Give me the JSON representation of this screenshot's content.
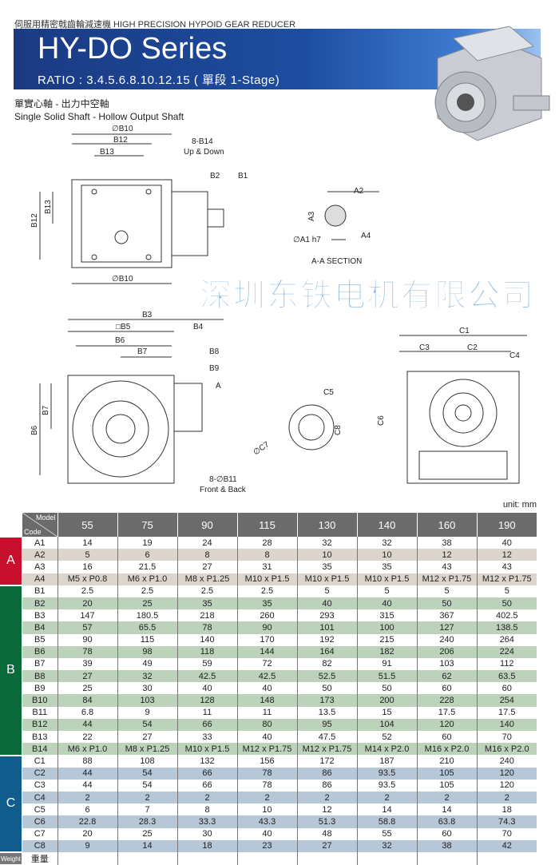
{
  "header": {
    "subtitle": "伺服用精密戟齒輪減速機  HIGH PRECISION HYPOID GEAR REDUCER",
    "title": "HY-DO Series",
    "ratio": "RATIO : 3.4.5.6.8.10.12.15 ( 單段 1-Stage)"
  },
  "shaft": {
    "zh": "單實心軸 - 出力中空軸",
    "en": "Single Solid Shaft - Hollow Output Shaft"
  },
  "drawing_labels": {
    "top": [
      "∅B10",
      "B12",
      "B13",
      "8-B14",
      "Up & Down",
      "B2",
      "B1",
      "B12",
      "B13",
      "∅B10"
    ],
    "section": [
      "A2",
      "A3",
      "A4",
      "∅A1 h7",
      "A-A SECTION"
    ],
    "front": [
      "B3",
      "□B5",
      "B4",
      "B6",
      "B7",
      "B8",
      "B9",
      "A",
      "B7",
      "B6",
      "8-∅B11",
      "Front & Back"
    ],
    "middle": [
      "C5",
      "∅C7",
      "C8"
    ],
    "side": [
      "C1",
      "C3",
      "C2",
      "C4",
      "C6"
    ]
  },
  "watermark": "深圳东铁电机有限公司",
  "unit": "unit: mm",
  "table": {
    "corner_model": "Model",
    "corner_code": "Code",
    "models": [
      "55",
      "75",
      "90",
      "115",
      "130",
      "140",
      "160",
      "190"
    ],
    "groups": [
      {
        "name": "A",
        "color": "#c8102e",
        "alt": "#dcd5cb",
        "rows": [
          [
            "A1",
            "14",
            "19",
            "24",
            "28",
            "32",
            "32",
            "38",
            "40"
          ],
          [
            "A2",
            "5",
            "6",
            "8",
            "8",
            "10",
            "10",
            "12",
            "12"
          ],
          [
            "A3",
            "16",
            "21.5",
            "27",
            "31",
            "35",
            "35",
            "43",
            "43"
          ],
          [
            "A4",
            "M5 x P0.8",
            "M6 x P1.0",
            "M8 x P1.25",
            "M10 x P1.5",
            "M10 x P1.5",
            "M10 x P1.5",
            "M12 x P1.75",
            "M12 x P1.75"
          ]
        ]
      },
      {
        "name": "B",
        "color": "#0a6a3c",
        "alt": "#bdd2bb",
        "rows": [
          [
            "B1",
            "2.5",
            "2.5",
            "2.5",
            "2.5",
            "5",
            "5",
            "5",
            "5"
          ],
          [
            "B2",
            "20",
            "25",
            "35",
            "35",
            "40",
            "40",
            "50",
            "50"
          ],
          [
            "B3",
            "147",
            "180.5",
            "218",
            "260",
            "293",
            "315",
            "367",
            "402.5"
          ],
          [
            "B4",
            "57",
            "65.5",
            "78",
            "90",
            "101",
            "100",
            "127",
            "138.5"
          ],
          [
            "B5",
            "90",
            "115",
            "140",
            "170",
            "192",
            "215",
            "240",
            "264"
          ],
          [
            "B6",
            "78",
            "98",
            "118",
            "144",
            "164",
            "182",
            "206",
            "224"
          ],
          [
            "B7",
            "39",
            "49",
            "59",
            "72",
            "82",
            "91",
            "103",
            "112"
          ],
          [
            "B8",
            "27",
            "32",
            "42.5",
            "42.5",
            "52.5",
            "51.5",
            "62",
            "63.5"
          ],
          [
            "B9",
            "25",
            "30",
            "40",
            "40",
            "50",
            "50",
            "60",
            "60"
          ],
          [
            "B10",
            "84",
            "103",
            "128",
            "148",
            "173",
            "200",
            "228",
            "254"
          ],
          [
            "B11",
            "6.8",
            "9",
            "11",
            "11",
            "13.5",
            "15",
            "17.5",
            "17.5"
          ],
          [
            "B12",
            "44",
            "54",
            "66",
            "80",
            "95",
            "104",
            "120",
            "140"
          ],
          [
            "B13",
            "22",
            "27",
            "33",
            "40",
            "47.5",
            "52",
            "60",
            "70"
          ],
          [
            "B14",
            "M6 x P1.0",
            "M8 x P1.25",
            "M10 x P1.5",
            "M12 x P1.75",
            "M12 x P1.75",
            "M14 x P2.0",
            "M16 x P2.0",
            "M16 x P2.0"
          ]
        ]
      },
      {
        "name": "C",
        "color": "#105c8c",
        "alt": "#b6c7d7",
        "rows": [
          [
            "C1",
            "88",
            "108",
            "132",
            "156",
            "172",
            "187",
            "210",
            "240"
          ],
          [
            "C2",
            "44",
            "54",
            "66",
            "78",
            "86",
            "93.5",
            "105",
            "120"
          ],
          [
            "C3",
            "44",
            "54",
            "66",
            "78",
            "86",
            "93.5",
            "105",
            "120"
          ],
          [
            "C4",
            "2",
            "2",
            "2",
            "2",
            "2",
            "2",
            "2",
            "2"
          ],
          [
            "C5",
            "6",
            "7",
            "8",
            "10",
            "12",
            "14",
            "14",
            "18"
          ],
          [
            "C6",
            "22.8",
            "28.3",
            "33.3",
            "43.3",
            "51.3",
            "58.8",
            "63.8",
            "74.3"
          ],
          [
            "C7",
            "20",
            "25",
            "30",
            "40",
            "48",
            "55",
            "60",
            "70"
          ],
          [
            "C8",
            "9",
            "14",
            "18",
            "23",
            "27",
            "32",
            "38",
            "42"
          ]
        ]
      }
    ],
    "weight": {
      "label": "Weight",
      "code": "重量",
      "values": [
        "",
        "",
        "",
        "",
        "",
        "",
        "",
        ""
      ]
    }
  }
}
